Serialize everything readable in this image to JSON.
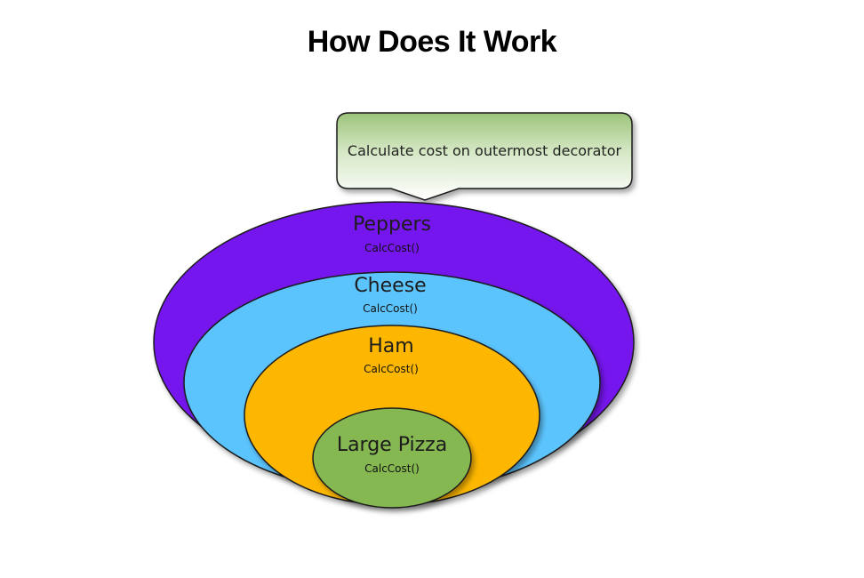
{
  "title": "How Does It Work",
  "callout": {
    "text": "Calculate cost on outermost decorator"
  },
  "rings": [
    {
      "name": "Peppers",
      "method": "CalcCost()",
      "color": "#7518ee"
    },
    {
      "name": "Cheese",
      "method": "CalcCost()",
      "color": "#5bc4fd"
    },
    {
      "name": "Ham",
      "method": "CalcCost()",
      "color": "#fdb700"
    },
    {
      "name": "Large Pizza",
      "method": "CalcCost()",
      "color": "#86b851"
    }
  ],
  "colors": {
    "outline": "#1a1a1a",
    "callout_top": "#9cc47a",
    "callout_bottom": "#ffffff"
  }
}
